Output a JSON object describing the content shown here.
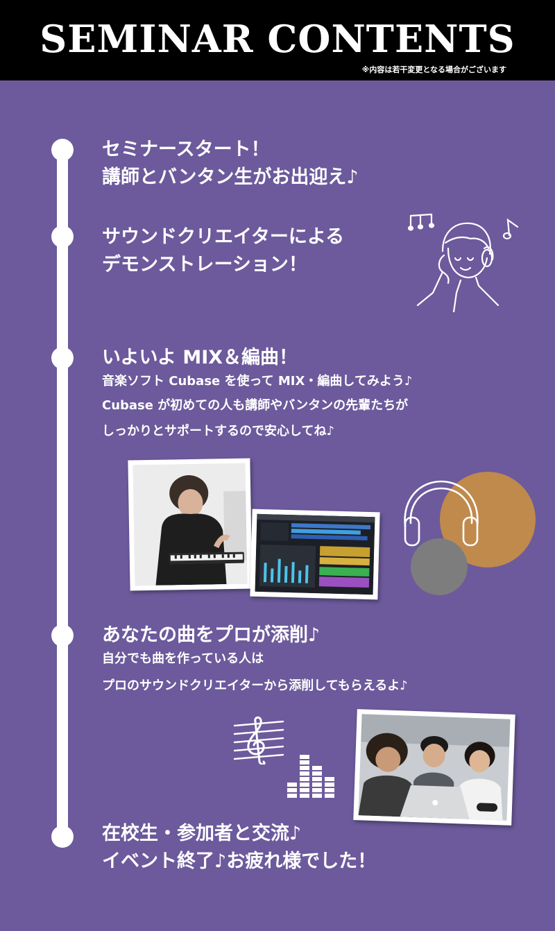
{
  "header": {
    "title": "SEMINAR CONTENTS",
    "note": "※内容は若干変更となる場合がございます"
  },
  "steps": [
    {
      "title_lines": [
        "セミナースタート！",
        "講師とバンタン生がお出迎え♪"
      ]
    },
    {
      "title_lines": [
        "サウンドクリエイターによる",
        "デモンストレーション！"
      ]
    },
    {
      "title_lines": [
        "いよいよ MIX＆編曲！"
      ],
      "body_lines": [
        "音楽ソフト Cubase を使って MIX・編曲してみよう♪",
        "Cubase が初めての人も講師やバンタンの先輩たちが",
        "しっかりとサポートするので安心してね♪"
      ]
    },
    {
      "title_lines": [
        "あなたの曲をプロが添削♪"
      ],
      "body_lines": [
        "自分でも曲を作っている人は",
        "プロのサウンドクリエイターから添削してもらえるよ♪"
      ]
    },
    {
      "title_lines": [
        "在校生・参加者と交流♪",
        "イベント終了♪お疲れ様でした！"
      ]
    }
  ],
  "colors": {
    "background": "#6c5a9c",
    "header": "#000000",
    "text": "#ffffff",
    "accent_orange": "#c08a4c",
    "accent_gray": "#7d7d7d"
  },
  "icons": [
    "music-notes-icon",
    "headphone-person-icon",
    "headphones-icon",
    "treble-clef-icon",
    "equalizer-icon"
  ],
  "photos": [
    "keyboard-student-photo",
    "daw-screenshot-photo",
    "group-laptop-photo"
  ]
}
